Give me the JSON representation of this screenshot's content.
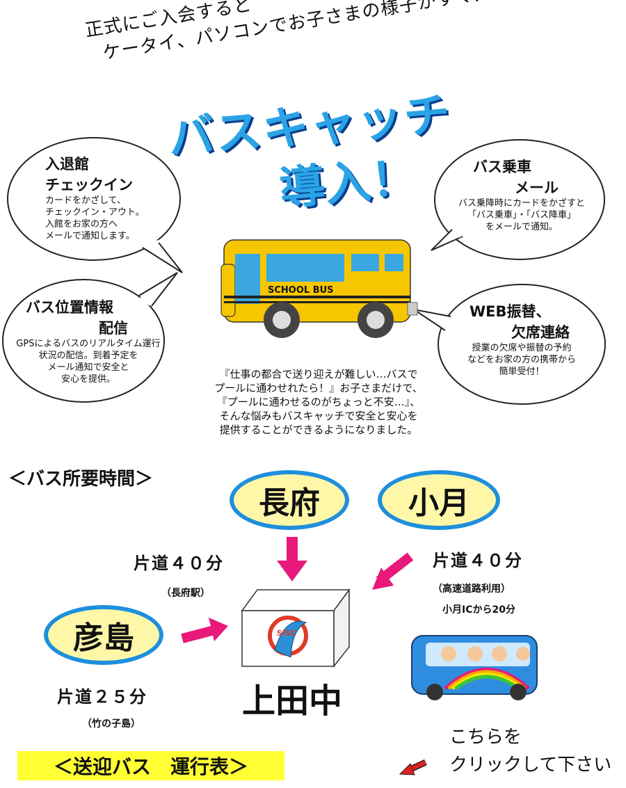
{
  "intro": {
    "line1": "正式にご入会すると",
    "line2": "ケータイ、パソコンでお子さまの様子がすぐ分かる！"
  },
  "headline": {
    "line1": "バスキャッチ",
    "line2": "導入！"
  },
  "bubbles": {
    "checkin": {
      "title1": "入退館",
      "title2": "チェックイン",
      "lines": [
        "カードをかざして、",
        "チェックイン・アウト。",
        "入館をお家の方へ",
        "メールで通知します。"
      ]
    },
    "busmail": {
      "title1": "バス乗車",
      "title2": "メール",
      "lines": [
        "バス乗降時にカードをかざすと",
        "「バス乗車」・「バス降車」",
        "をメールで通知。"
      ]
    },
    "location": {
      "title1": "バス位置情報",
      "title2": "配信",
      "lines": [
        "GPSによるバスのリアルタイム運行",
        "状況の配信。到着予定を",
        "メール通知で安全と",
        "安心を提供。"
      ]
    },
    "web": {
      "title1": "WEB振替、",
      "title2": "欠席連絡",
      "lines": [
        "授業の欠席や振替の予約",
        "などをお家の方の携帯から",
        "簡単受付！"
      ]
    }
  },
  "bus_label": "SCHOOL BUS",
  "paragraph": [
    "『仕事の都合で送り迎えが難しい…バスで",
    "プールに通わせれたら！』お子さまだけで、",
    "『プールに通わせるのがちょっと不安…』、",
    "そんな悩みもバスキャッチで安全と安心を",
    "提供することができるようになりました。"
  ],
  "section_title": "＜バス所要時間＞",
  "places": {
    "chofu": "長府",
    "ozuki": "小月",
    "hikoshima": "彦島",
    "destination": "上田中"
  },
  "times": {
    "chofu_time": "片道４０分",
    "chofu_note": "（長府駅）",
    "ozuki_time": "片道４０分",
    "ozuki_note1": "（高速道路利用）",
    "ozuki_note2": "小月ICから20分",
    "hikoshima_time": "片道２５分",
    "hikoshima_note": "（竹の子島）"
  },
  "building_logo": "SISC",
  "banner": "＜送迎バス　運行表＞",
  "click": {
    "line1": "こちらを",
    "line2": "クリックして下さい"
  },
  "colors": {
    "headline_blue": "#2aa4e6",
    "oval_border": "#1e8fdd",
    "oval_fill": "#fff7a8",
    "arrow_pink": "#e8197a",
    "banner_yellow": "#ffff33",
    "bus_yellow": "#f6c600"
  }
}
